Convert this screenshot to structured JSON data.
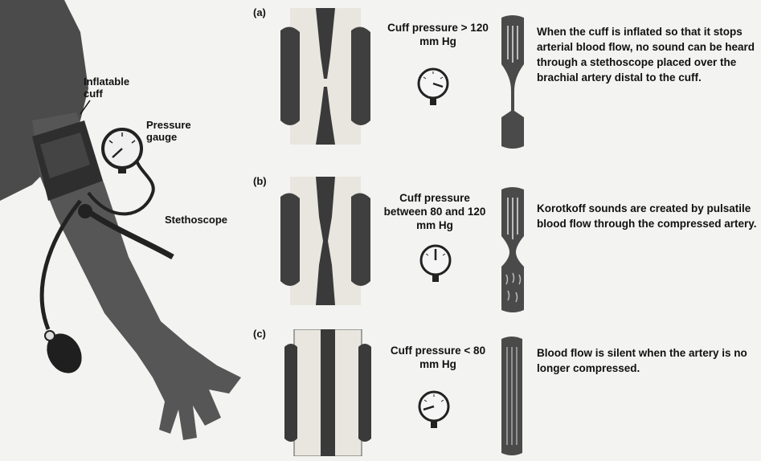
{
  "arm_labels": {
    "cuff": "Inflatable cuff",
    "gauge": "Pressure gauge",
    "stethoscope": "Stethoscope"
  },
  "panels": [
    {
      "letter": "(a)",
      "cuff_pressure": "Cuff pressure > 120 mm Hg",
      "description": "When the cuff is inflated so that it stops arterial blood flow, no sound can be heard through a stethoscope placed over the brachial artery distal to the cuff."
    },
    {
      "letter": "(b)",
      "cuff_pressure": "Cuff pressure between 80 and 120 mm Hg",
      "description": "Korotkoff sounds are created by pulsatile blood flow through the compressed artery."
    },
    {
      "letter": "(c)",
      "cuff_pressure": "Cuff pressure < 80 mm Hg",
      "description": "Blood flow is silent when the artery is no longer compressed."
    }
  ],
  "colors": {
    "dark": "#3a3a3a",
    "skin": "#5a5a5a",
    "light": "#e8e6df"
  }
}
